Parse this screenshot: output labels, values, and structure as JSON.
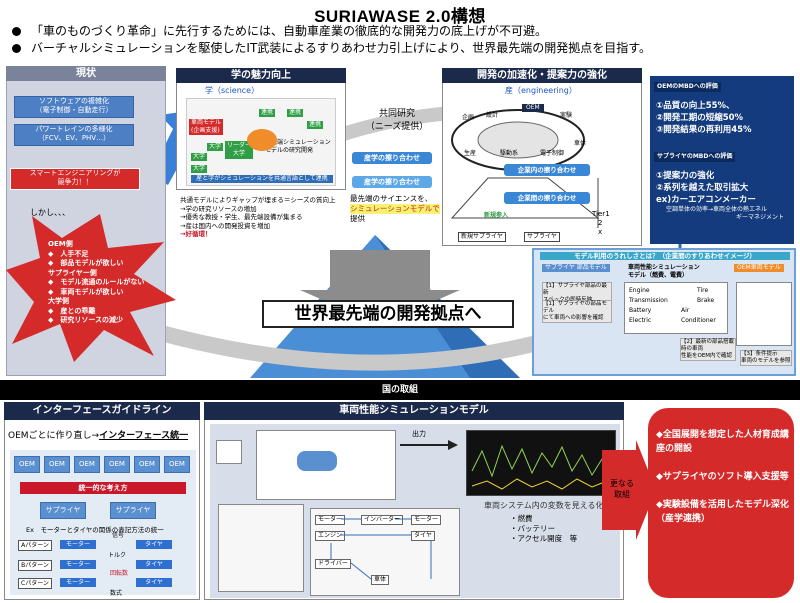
{
  "title": "SURIAWASE 2.0構想",
  "bullets": [
    "「車のものづくり革命」に先行するためには、自動車産業の徹底的な開発力の底上げが不可避。",
    "バーチャルシミュレーションを駆使したIT武装によるすりあわせ力引上げにより、世界最先端の開発拠点を目指す。"
  ],
  "status": {
    "header": "現状",
    "items": [
      "ソフトウェアの複雑化\n（電子制御・自動走行）",
      "パワートレインの多様化\n（FCV、EV、PHV…）"
    ],
    "smart": "スマートエンジニアリングが\n競争力！！",
    "but": "しかし、、、",
    "star_lines": [
      "OEM側",
      "◆　人手不足",
      "◆　部品モデルが欲しい",
      "サプライヤー側",
      "◆　モデル流通のルールがない",
      "◆　車両モデルが欲しい",
      "大学側",
      "◆　産との乖離",
      "◆　研究リソースの減少"
    ]
  },
  "academia": {
    "header": "学の魅力向上",
    "sub": "学（science）",
    "inner": [
      "連携",
      "連携",
      "連携",
      "大学",
      "大学",
      "大学",
      "リーダー\n大学",
      "車両モデル\n(企画支援)",
      "最先端シミュレーション\nモデルの研究開発"
    ],
    "caption": "産と学がシミュレーションを共通言語として連携",
    "notes": [
      "共通モデルによりギャップが埋まる＝シーズの質向上",
      "→学の研究リソースの増加",
      "→優秀な教授・学生、最先端設備が集まる",
      "→産は国内への開発投資を増加",
      "→好循環！"
    ]
  },
  "joint": {
    "label1": "共同研究",
    "label2": "（ニーズ提供）",
    "btn1": "産学の擦り合わせ",
    "btn2": "産学の擦り合わせ",
    "science1": "最先端のサイエンスを、",
    "science2": "シミュレーションモデルで",
    "science3": "提供"
  },
  "dev": {
    "header": "開発の加速化・提案力の強化",
    "sub": "産（engineering）",
    "oem": "OEM",
    "in_company": "企業内の擦り合わせ",
    "between": "企業間の擦り合わせ",
    "new_entry": "新規参入",
    "new_supplier": "新規サプライヤ",
    "supplier": "サプライヤ",
    "tiers": [
      "Tier1",
      "2",
      "x"
    ],
    "labels": [
      "企画",
      "設計",
      "実験",
      "生産",
      "電子制御",
      "駆動系",
      "車体"
    ]
  },
  "mbd": {
    "oem_header": "OEMのMBDへの評価",
    "oem_items": [
      "①品質の向上55%、",
      "②開発工期の短縮50%",
      "③開発結果の再利用45%"
    ],
    "sup_header": "サプライヤのMBDへの評価",
    "sup_items": [
      "①提案力の強化",
      "②系列を越えた取引拡大",
      "ex)カーエアコンメーカー",
      "空調単体の効率→車両全体の熱エネル",
      "ギーマネジメント"
    ]
  },
  "model": {
    "header": "モデル利用のうれしさとは？（企業間のすりあわせイメージ）",
    "sub1": "サプライヤ 部品モデル",
    "sub2": "車両性能シミュレーション\nモデル（燃費、電費）",
    "sub3": "OEM車両モデル",
    "notes": [
      "【1】サプライヤ部品の最新\nスペックの即時反映",
      "【1】サプライヤの部品モデル\nにて車両への影響を確認",
      "【2】最新の部品搭載時の車両\n性能をOEM内で確認",
      "【3】条件提示\n車両のモデルを参照"
    ],
    "parts": [
      "Engine",
      "Transmission",
      "Battery",
      "Electric",
      "Air",
      "Conditioner",
      "Tire",
      "Brake"
    ]
  },
  "center": "世界最先端の開発拠点へ",
  "national": "国の取組",
  "interface": {
    "header": "インターフェースガイドライン",
    "line_a": "OEMごとに作り直し→",
    "line_b": "インターフェース統一",
    "oems": [
      "OEM",
      "OEM",
      "OEM",
      "OEM",
      "OEM",
      "OEM"
    ],
    "unified": "統一的な考え方",
    "suppliers": [
      "サプライヤ",
      "サプライヤ"
    ],
    "ex": "Ex　モーターとタイヤの関係の表記方法の統一",
    "patterns": [
      "Aパターン",
      "Bパターン",
      "Cパターン"
    ],
    "motor": "モーター",
    "tire": "タイヤ",
    "torque": "トルク",
    "signal": "信号",
    "rpm": "回転数",
    "formula": "数式"
  },
  "vehicle": {
    "header": "車両性能シミュレーションモデル",
    "output": "出力",
    "visual": "車両システム内の変数を見える化",
    "vars": [
      "・燃費",
      "・バッテリー",
      "・アクセル開度　等"
    ],
    "tags": [
      "モーター",
      "エンジン",
      "インバーター",
      "モーター",
      "タイヤ",
      "ドライバー",
      "車体"
    ]
  },
  "further": {
    "label": "更なる\n取組",
    "items": [
      "◆全国展開を想定した人材育成講座の開設",
      "◆サプライヤのソフト導入支援等",
      "◆実験設備を活用したモデル深化（産学連携）"
    ]
  },
  "colors": {
    "blue": "#1f56c3",
    "red": "#d42a2a",
    "black": "#000000",
    "navy_bg": "#143b7d",
    "teal": "#3aa6c9"
  }
}
